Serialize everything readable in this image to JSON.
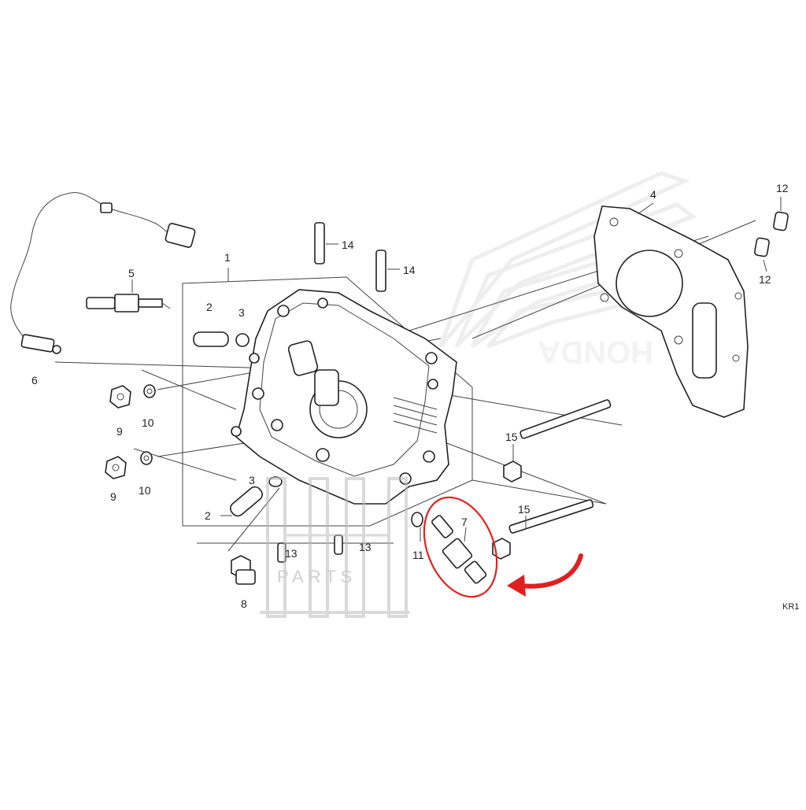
{
  "diagram": {
    "callouts": {
      "c1": "1",
      "c2a": "2",
      "c2b": "2",
      "c3a": "3",
      "c3b": "3",
      "c4": "4",
      "c5": "5",
      "c6": "6",
      "c7": "7",
      "c8": "8",
      "c9a": "9",
      "c9b": "9",
      "c10a": "10",
      "c10b": "10",
      "c11": "11",
      "c12a": "12",
      "c12b": "12",
      "c13a": "13",
      "c13b": "13",
      "c14a": "14",
      "c14b": "14",
      "c15a": "15",
      "c15b": "15"
    },
    "diagram_code": "KR1",
    "highlighted_part": "7",
    "highlight_color": "#e02020"
  },
  "watermarks": {
    "brand_logo_text": "HONDA",
    "shop_logo_text": "PARTS"
  }
}
